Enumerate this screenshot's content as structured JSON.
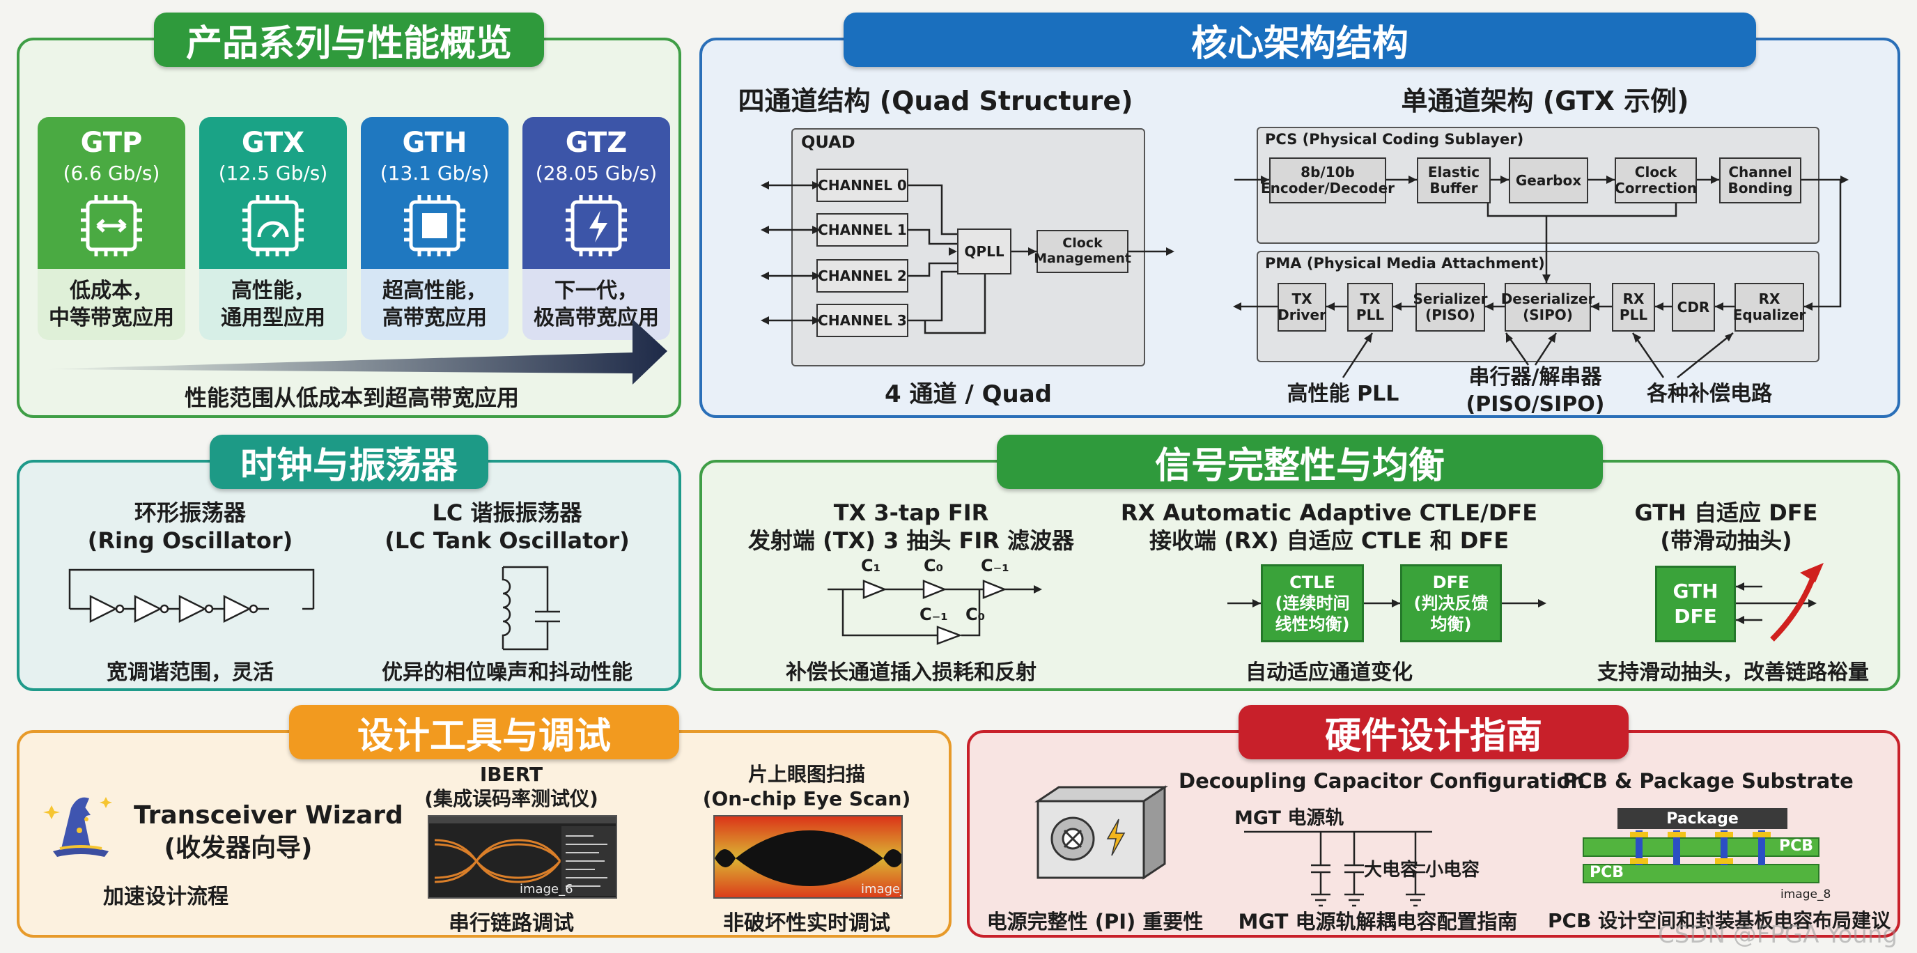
{
  "products": {
    "title": "产品系列与性能概览",
    "cards": [
      {
        "name": "GTP",
        "speed": "(6.6 Gb/s)",
        "desc1": "低成本，",
        "desc2": "中等带宽应用",
        "icon": "chip-arrows-icon",
        "color": "#4aaa42",
        "light": "#dff0d8"
      },
      {
        "name": "GTX",
        "speed": "(12.5 Gb/s)",
        "desc1": "高性能，",
        "desc2": "通用型应用",
        "icon": "chip-gauge-icon",
        "color": "#1aa386",
        "light": "#d7efe7"
      },
      {
        "name": "GTH",
        "speed": "(13.1 Gb/s)",
        "desc1": "超高性能，",
        "desc2": "高带宽应用",
        "icon": "chip-core-icon",
        "color": "#1f78c0",
        "light": "#d6e6f5"
      },
      {
        "name": "GTZ",
        "speed": "(28.05 Gb/s)",
        "desc1": "下一代，",
        "desc2": "极高带宽应用",
        "icon": "chip-lightning-icon",
        "color": "#3c55a8",
        "light": "#dbe0f2"
      }
    ],
    "range_caption": "性能范围从低成本到超高带宽应用"
  },
  "architecture": {
    "title": "核心架构结构",
    "quad": {
      "heading": "四通道结构 (Quad Structure)",
      "label": "QUAD",
      "channels": [
        "CHANNEL 0",
        "CHANNEL 1",
        "CHANNEL 2",
        "CHANNEL 3"
      ],
      "qpll": "QPLL",
      "clock1": "Clock",
      "clock2": "Management",
      "caption": "4 通道 / Quad"
    },
    "single": {
      "heading": "单通道架构 (GTX 示例)",
      "pcs_label": "PCS (Physical Coding Sublayer)",
      "pcs_blocks": [
        {
          "l1": "8b/10b",
          "l2": "Encoder/Decoder"
        },
        {
          "l1": "Elastic",
          "l2": "Buffer"
        },
        {
          "l1": "Gearbox",
          "l2": ""
        },
        {
          "l1": "Clock",
          "l2": "Correction"
        },
        {
          "l1": "Channel",
          "l2": "Bonding"
        }
      ],
      "pma_label": "PMA (Physical Media Attachment)",
      "pma_blocks": [
        {
          "l1": "TX",
          "l2": "Driver"
        },
        {
          "l1": "TX",
          "l2": "PLL"
        },
        {
          "l1": "Serializer",
          "l2": "(PISO)"
        },
        {
          "l1": "Deserializer",
          "l2": "(SIPO)"
        },
        {
          "l1": "RX",
          "l2": "PLL"
        },
        {
          "l1": "CDR",
          "l2": ""
        },
        {
          "l1": "RX",
          "l2": "Equalizer"
        }
      ],
      "callout_pll": "高性能 PLL",
      "callout_serdes1": "串行器/解串器",
      "callout_serdes2": "(PISO/SIPO)",
      "callout_comp": "各种补偿电路"
    }
  },
  "clock": {
    "title": "时钟与振荡器",
    "ring_title1": "环形振荡器",
    "ring_title2": "(Ring Oscillator)",
    "ring_caption": "宽调谐范围，灵活",
    "lc_title1": "LC 谐振振荡器",
    "lc_title2": "(LC Tank Oscillator)",
    "lc_caption": "优异的相位噪声和抖动性能"
  },
  "signal": {
    "title": "信号完整性与均衡",
    "tx_title1": "TX 3-tap FIR",
    "tx_title2": "发射端 (TX) 3 抽头 FIR 滤波器",
    "tx_caption": "补偿长通道插入损耗和反射",
    "tx_taps": [
      "C₁",
      "C₀",
      "C₋₁",
      "C₋₁",
      "C₀"
    ],
    "rx_title1": "RX Automatic Adaptive CTLE/DFE",
    "rx_title2": "接收端 (RX) 自适应 CTLE 和 DFE",
    "ctle1": "CTLE",
    "ctle2": "(连续时间",
    "ctle3": "线性均衡)",
    "dfe1": "DFE",
    "dfe2": "(判决反馈",
    "dfe3": "均衡)",
    "rx_caption": "自动适应通道变化",
    "gth_title1": "GTH 自适应 DFE",
    "gth_title2": "(带滑动抽头)",
    "gth_box1": "GTH",
    "gth_box2": "DFE",
    "gth_caption": "支持滑动抽头，改善链路裕量"
  },
  "tools": {
    "title": "设计工具与调试",
    "wizard1": "Transceiver Wizard",
    "wizard2": "(收发器向导)",
    "wizard_caption": "加速设计流程",
    "ibert1": "IBERT",
    "ibert2": "(集成误码率测试仪)",
    "ibert_img": "image_6",
    "ibert_caption": "串行链路调试",
    "eye1": "片上眼图扫描",
    "eye2": "(On-chip Eye Scan)",
    "eye_img": "image_7",
    "eye_caption": "非破坏性实时调试"
  },
  "hardware": {
    "title": "硬件设计指南",
    "pi_caption": "电源完整性 (PI) 重要性",
    "decap_title": "Decoupling Capacitor Configuration",
    "rail_label": "MGT 电源轨",
    "big_cap": "大电容",
    "small_cap": "小电容",
    "decap_caption": "MGT 电源轨解耦电容配置指南",
    "pcb_title": "PCB & Package Substrate",
    "package_label": "Package",
    "pcb_label1": "PCB",
    "pcb_label2": "PCB",
    "pcb_img": "image_8",
    "pcb_caption": "PCB 设计空间和封装基板电容布局建议"
  },
  "watermark": "CSDN @FPGA Young",
  "colors": {
    "green": "#2f9a3c",
    "blue": "#1a6fbe",
    "teal": "#1d9a86",
    "orange": "#f29a1f",
    "red": "#c8202a"
  }
}
